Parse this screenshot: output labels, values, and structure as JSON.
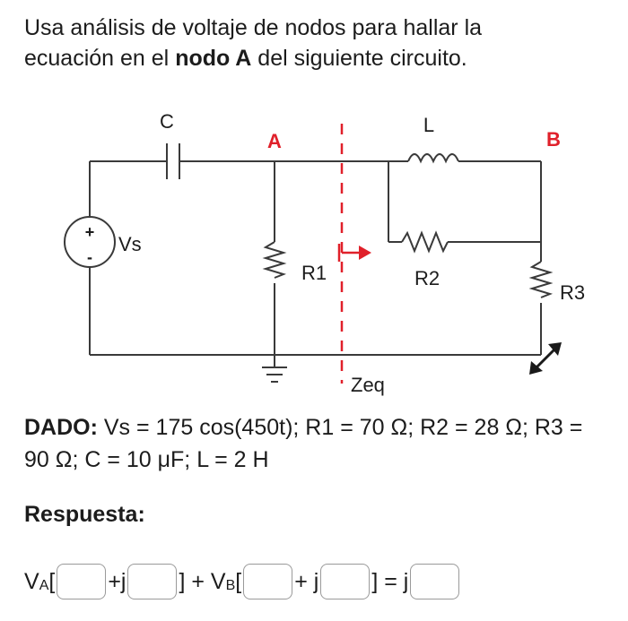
{
  "question": {
    "line1": "Usa análisis de voltaje de nodos para hallar la",
    "line2_pre": "ecuación en el ",
    "line2_bold": "nodo A",
    "line2_post": " del siguiente circuito."
  },
  "circuit": {
    "labels": {
      "capacitor": "C",
      "node_a": "A",
      "inductor": "L",
      "node_b": "B",
      "source": "Vs",
      "source_plus": "+",
      "source_minus": "-",
      "r1": "R1",
      "r2": "R2",
      "r3": "R3",
      "zeq": "Zeq"
    },
    "colors": {
      "wire": "#3a3a3a",
      "node_label": "#e0202a",
      "cut_line": "#e0202a",
      "r3_arrow": "#1a1a1a"
    }
  },
  "given": {
    "label": "DADO:",
    "line1": " Vs = 175 cos(450t); R1 = 70 Ω; R2 = 28 Ω; R3 =",
    "line2": "90 Ω; C = 10 μF; L = 2 H"
  },
  "answer": {
    "title": "Respuesta:",
    "v_a": "V",
    "v_a_sub": "A",
    "open1": "[",
    "plus_j": "+j",
    "close_plus": "] + V",
    "v_b_sub": "B",
    "open2": "[",
    "plus_j2": "+ j",
    "close_eq": "] = j"
  }
}
